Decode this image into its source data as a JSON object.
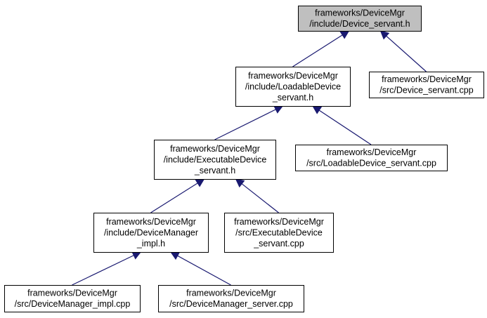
{
  "colors": {
    "edge": "#191970",
    "highlight_fill": "#bfbfbf",
    "node_fill": "#ffffff",
    "border": "#000000"
  },
  "nodes": [
    {
      "id": "device_servant_h",
      "lines": [
        "frameworks/DeviceMgr",
        "/include/Device_servant.h"
      ],
      "highlighted": true
    },
    {
      "id": "loadable_device_servant_h",
      "lines": [
        "frameworks/DeviceMgr",
        "/include/LoadableDevice",
        "_servant.h"
      ],
      "highlighted": false
    },
    {
      "id": "device_servant_cpp",
      "lines": [
        "frameworks/DeviceMgr",
        "/src/Device_servant.cpp"
      ],
      "highlighted": false
    },
    {
      "id": "executable_device_servant_h",
      "lines": [
        "frameworks/DeviceMgr",
        "/include/ExecutableDevice",
        "_servant.h"
      ],
      "highlighted": false
    },
    {
      "id": "loadable_device_servant_cpp",
      "lines": [
        "frameworks/DeviceMgr",
        "/src/LoadableDevice_servant.cpp"
      ],
      "highlighted": false
    },
    {
      "id": "device_manager_impl_h",
      "lines": [
        "frameworks/DeviceMgr",
        "/include/DeviceManager",
        "_impl.h"
      ],
      "highlighted": false
    },
    {
      "id": "executable_device_servant_cpp",
      "lines": [
        "frameworks/DeviceMgr",
        "/src/ExecutableDevice",
        "_servant.cpp"
      ],
      "highlighted": false
    },
    {
      "id": "device_manager_impl_cpp",
      "lines": [
        "frameworks/DeviceMgr",
        "/src/DeviceManager_impl.cpp"
      ],
      "highlighted": false
    },
    {
      "id": "device_manager_server_cpp",
      "lines": [
        "frameworks/DeviceMgr",
        "/src/DeviceManager_server.cpp"
      ],
      "highlighted": false
    }
  ],
  "edges": [
    {
      "from": "loadable_device_servant_h",
      "to": "device_servant_h"
    },
    {
      "from": "device_servant_cpp",
      "to": "device_servant_h"
    },
    {
      "from": "executable_device_servant_h",
      "to": "loadable_device_servant_h"
    },
    {
      "from": "loadable_device_servant_cpp",
      "to": "loadable_device_servant_h"
    },
    {
      "from": "device_manager_impl_h",
      "to": "executable_device_servant_h"
    },
    {
      "from": "executable_device_servant_cpp",
      "to": "executable_device_servant_h"
    },
    {
      "from": "device_manager_impl_cpp",
      "to": "device_manager_impl_h"
    },
    {
      "from": "device_manager_server_cpp",
      "to": "device_manager_impl_h"
    }
  ]
}
